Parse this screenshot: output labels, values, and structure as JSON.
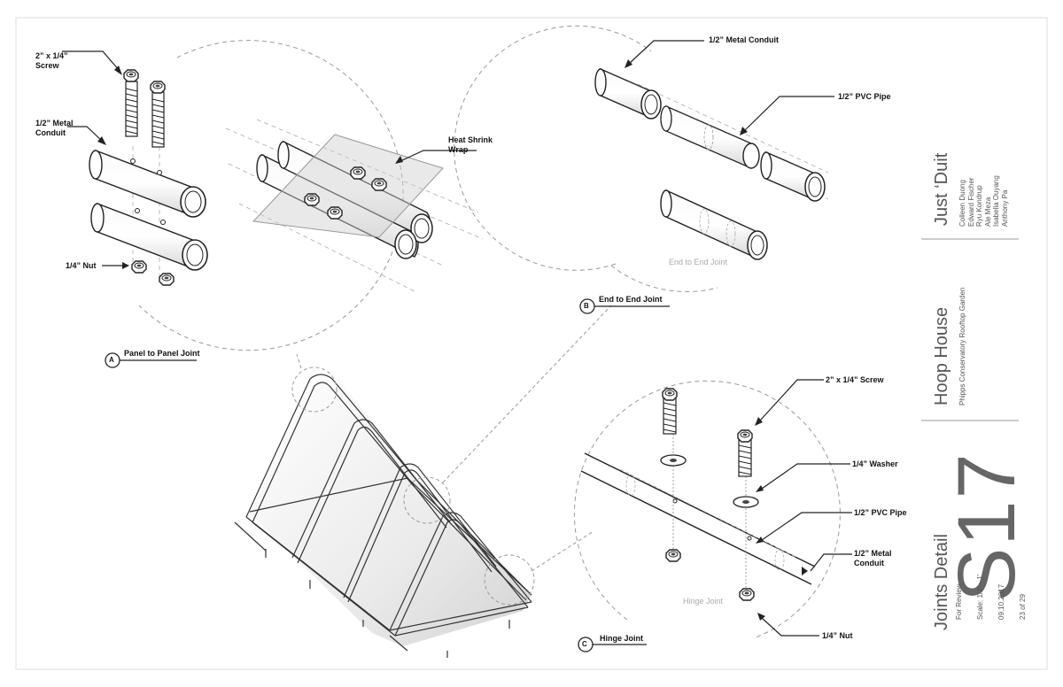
{
  "detail_a": {
    "marker": "A",
    "title": "Panel to Panel Joint",
    "labels": {
      "screw_l1": "2” x 1/4”",
      "screw_l2": "Screw",
      "conduit_l1": "1/2” Metal",
      "conduit_l2": "Conduit",
      "wrap_l1": "Heat Shrink",
      "wrap_l2": "Wrap",
      "nut": "1/4” Nut"
    }
  },
  "detail_b": {
    "marker": "B",
    "title": "End to End Joint",
    "inner_label": "End to End Joint",
    "labels": {
      "conduit": "1/2” Metal Conduit",
      "pvc": "1/2” PVC Pipe"
    }
  },
  "detail_c": {
    "marker": "C",
    "title": "Hinge Joint",
    "inner_label": "Hinge Joint",
    "labels": {
      "screw": "2” x 1/4” Screw",
      "washer": "1/4” Washer",
      "pvc": "1/2” PVC Pipe",
      "conduit_l1": "1/2” Metal",
      "conduit_l2": "Conduit",
      "nut": "1/4” Nut"
    }
  },
  "title_block": {
    "team_name": "Just ‘Duit",
    "members": [
      "Colleen Duong",
      "Edward Fischer",
      "Ryu Kondrup",
      "Ale Meza",
      "Isabella Ouyang",
      "Anthony Pa"
    ],
    "project_name": "Hoop House",
    "project_location": "Phipps Conservatory Rooftop Garden",
    "sheet_number": "S17",
    "sheet_title": "Joints Detail",
    "status": "For Review",
    "scale": "Scale: 1/2” - 1’",
    "date": "09.10.2017",
    "page": "23 of 29"
  },
  "colors": {
    "line": "#222222",
    "dashed": "#999999",
    "gray_text": "#aaaaaa",
    "title_text": "#666666"
  }
}
